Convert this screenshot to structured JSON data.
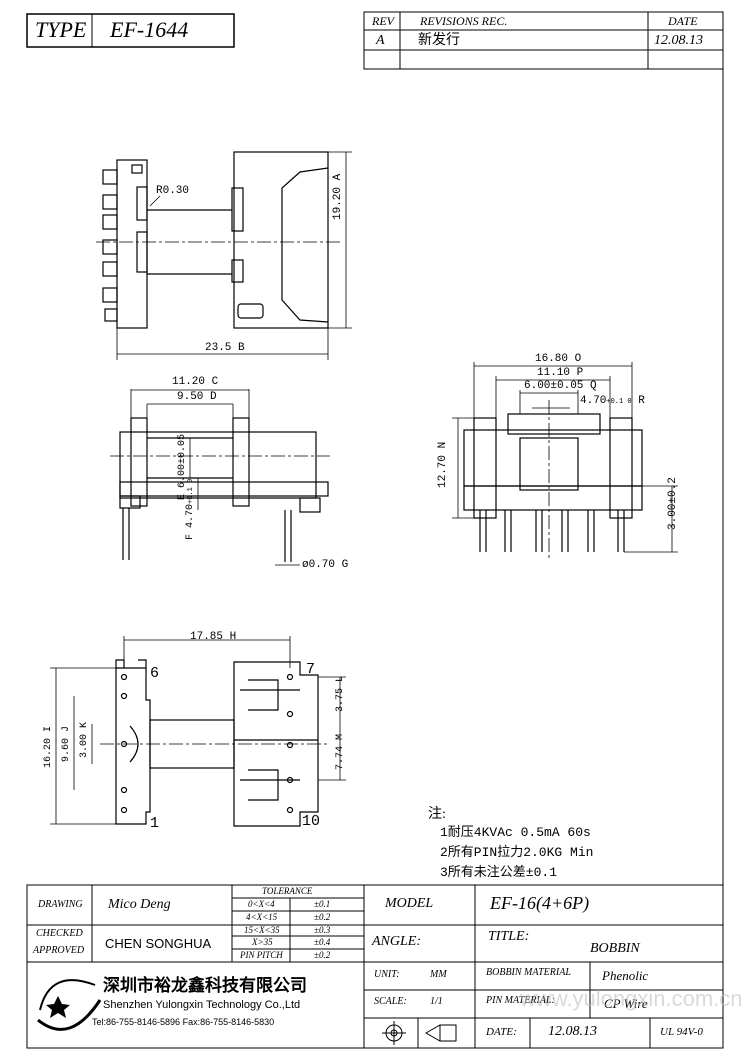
{
  "title_block": {
    "type_label": "TYPE",
    "type_value": "EF-1644",
    "rev_header": "REV",
    "revisions_header": "REVISIONS REC.",
    "date_header": "DATE",
    "rev_value": "A",
    "revision_note": "新发行",
    "revision_date": "12.08.13"
  },
  "dimensions": {
    "top_view": {
      "radius": "R0.30",
      "height": "19.20",
      "height_tag": "A",
      "width": "23.5",
      "width_tag": "B"
    },
    "side_view": {
      "d1": "11.20",
      "d1_tag": "C",
      "d2": "9.50",
      "d2_tag": "D",
      "d3": "6.00±0.05",
      "d3_tag": "E",
      "d4": "4.70",
      "d4_tol": "+0.1 0",
      "d4_tag": "F",
      "d5": "ø0.70",
      "d5_tag": "G"
    },
    "bottom_view": {
      "d1": "17.85",
      "d1_tag": "H",
      "d2": "16.20",
      "d2_tag": "I",
      "d3": "9.60",
      "d3_tag": "J",
      "d4": "3.00",
      "d4_tag": "K",
      "d5": "3.75",
      "d5_tag": "L",
      "d6": "7.74",
      "d6_tag": "M",
      "pin_left_top": "6",
      "pin_left_bottom": "1",
      "pin_right_top": "7",
      "pin_right_bottom": "10"
    },
    "front_view": {
      "d1": "16.80",
      "d1_tag": "O",
      "d2": "11.10",
      "d2_tag": "P",
      "d3": "6.00±0.05",
      "d3_tag": "Q",
      "d4": "4.70",
      "d4_tol": "+0.1 0",
      "d4_tag": "R",
      "d5": "12.70",
      "d5_tag": "N",
      "d6": "3.00±0.2"
    }
  },
  "notes": {
    "heading": "注:",
    "items": [
      "1耐压4KVAc 0.5mA 60s",
      "2所有PIN拉力2.0KG Min",
      "3所有未注公差±0.1"
    ]
  },
  "footer": {
    "drawing_label": "DRAWING",
    "drawing_value": "Mico Deng",
    "checked_label": "CHECKED",
    "approved_label": "APPROVED",
    "approved_value": "CHEN SONGHUA",
    "tolerance_header": "TOLERANCE",
    "tolerance_rows": [
      {
        "range": "0<X<4",
        "value": "±0.1"
      },
      {
        "range": "4<X<15",
        "value": "±0.2"
      },
      {
        "range": "15<X<35",
        "value": "±0.3"
      },
      {
        "range": "X>35",
        "value": "±0.4"
      },
      {
        "range": "PIN PITCH",
        "value": "±0.2"
      }
    ],
    "model_label": "MODEL",
    "model_value": "EF-16(4+6P)",
    "angle_label": "ANGLE:",
    "title_label": "TITLE:",
    "title_value": "BOBBIN",
    "unit_label": "UNIT:",
    "unit_value": "MM",
    "scale_label": "SCALE:",
    "scale_value": "1/1",
    "bobbin_material_label": "BOBBIN MATERIAL",
    "bobbin_material_value": "Phenolic",
    "pin_material_label": "PIN MATERIAL:",
    "pin_material_value": "CP Wire",
    "date_label": "DATE:",
    "date_value": "12.08.13",
    "ul_value": "UL 94V-0",
    "company_cn": "深圳市裕龙鑫科技有限公司",
    "company_en": "Shenzhen Yulongxin Technology Co.,Ltd",
    "company_contact": "Tel:86-755-8146-5896  Fax:86-755-8146-5830",
    "watermark": "www.yulongxin.com.cn"
  }
}
